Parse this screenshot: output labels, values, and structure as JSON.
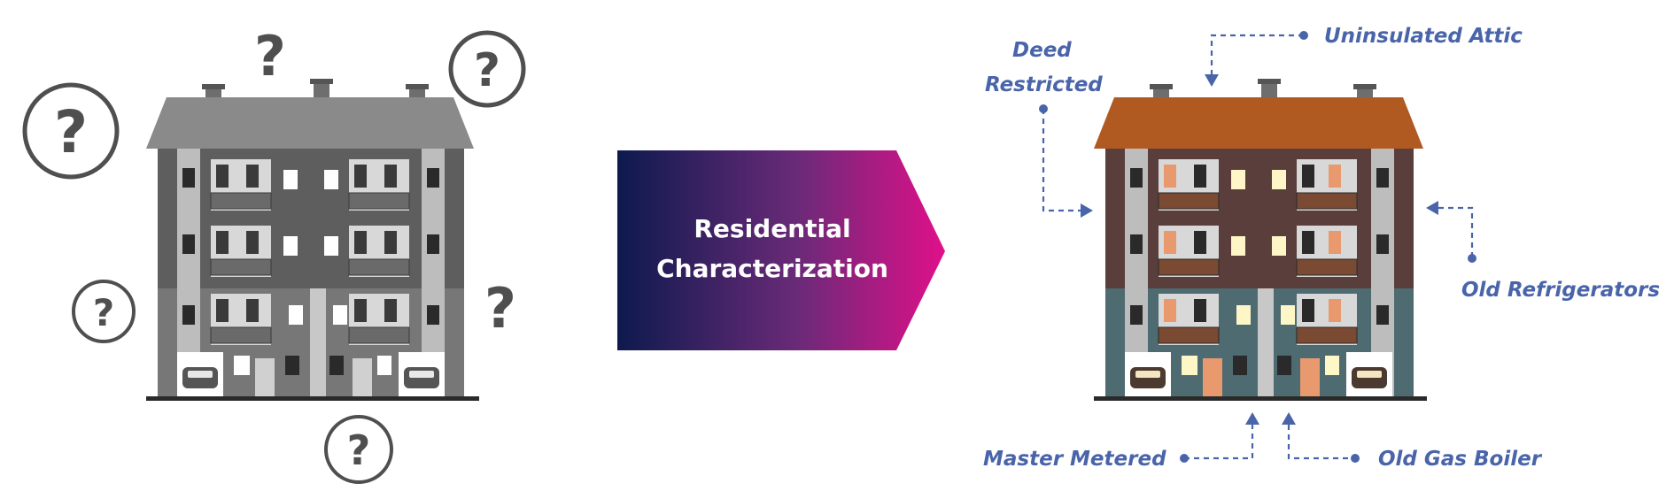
{
  "transform": {
    "label_line1": "Residential",
    "label_line2": "Characterization",
    "gradient_start": "#0d1a4e",
    "gradient_end": "#e0108a"
  },
  "question_marks": [
    "?",
    "?",
    "?",
    "?",
    "?",
    "?"
  ],
  "labels": {
    "deed_line1": "Deed",
    "deed_line2": "Restricted",
    "attic": "Uninsulated Attic",
    "refrigerators": "Old Refrigerators",
    "master_metered": "Master Metered",
    "gas_boiler": "Old Gas Boiler"
  },
  "colors": {
    "label": "#4a64aa",
    "roof_gray": "#8a8a8a",
    "roof_color": "#b05a22",
    "wall_upper_color": "#5a3e3c",
    "wall_lower_color": "#4d6b70"
  }
}
